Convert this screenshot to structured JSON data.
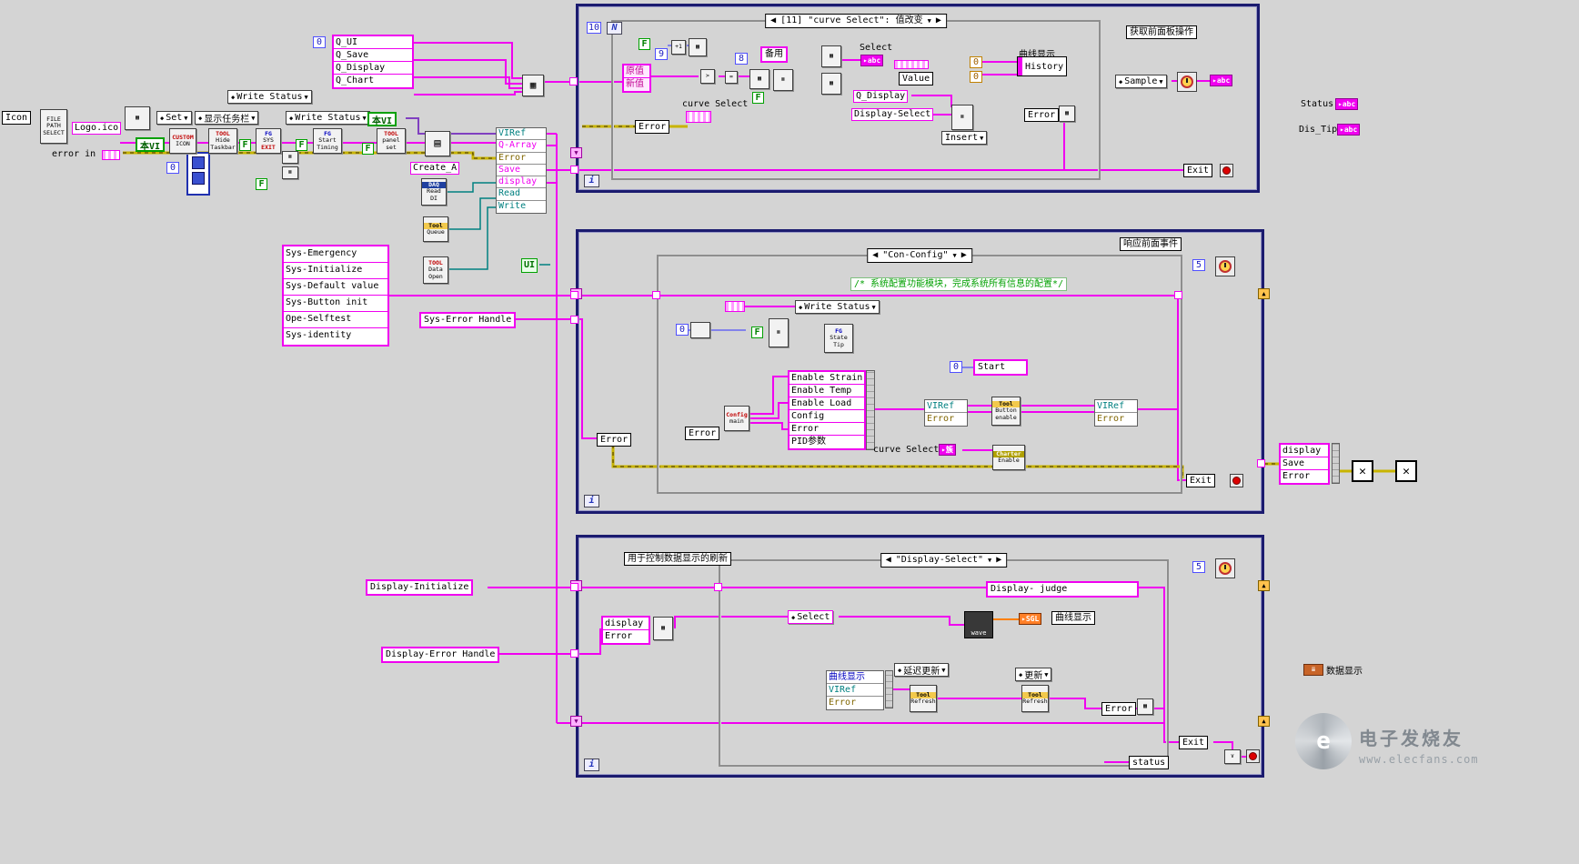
{
  "icons": {
    "ring": "◆",
    "down": "▼",
    "left": "◀",
    "right": "▶",
    "play": "▸",
    "cross": "✕",
    "check": "∨",
    "grid": "▦",
    "lines": "≣",
    "doc": "▤",
    "gt": ">",
    "eq": "=",
    "inc": "+1",
    "n": "N",
    "swirl": "e"
  },
  "watermark": {
    "brand": "电子发烧友",
    "url": "www.elecfans.com"
  },
  "left": {
    "icon_label": "Icon",
    "file_node": {
      "l1": "FILE",
      "l2": "PATH",
      "l3": "SELECT"
    },
    "logo": "Logo.ico",
    "error_in": "error in",
    "local_vi": "本VI",
    "set_ring": "Set",
    "taskbar_ring": "显示任务栏",
    "write_status_ring": "Write Status",
    "custom_icon_node": {
      "l1": "CUSTOM",
      "l2": "ICON"
    },
    "hide_taskbar_node": {
      "l1": "TOOL",
      "l2": "Hide",
      "l3": "Taskbar"
    },
    "sys_exit_node": {
      "l1": "FG",
      "l2": "SYS",
      "l3": "EXIT"
    },
    "start_timing_node": {
      "l1": "FG",
      "l2": "Start",
      "l3": "Timing"
    },
    "panel_set_node": {
      "l1": "TOOL",
      "l2": "panel",
      "l3": "set"
    },
    "f_const": "F",
    "zero": "0",
    "queues": [
      "Q_UI",
      "Q_Save",
      "Q_Display",
      "Q_Chart"
    ],
    "create_a": "Create_A",
    "bundle_rows": [
      "VIRef",
      "Q-Array",
      "Error",
      "Save",
      "display",
      "Read",
      "Write"
    ],
    "daq_node": {
      "l1": "DAQ",
      "l2": "Read",
      "l3": "DI"
    },
    "queue_node": {
      "l1": "Tool",
      "l2": "Queue"
    },
    "data_open_node": {
      "l1": "TOOL",
      "l2": "Data",
      "l3": "Open"
    },
    "ui_node": "UI",
    "sys_tasks": [
      "Sys-Emergency",
      "Sys-Initialize",
      "Sys-Default value",
      "Sys-Button init",
      "Ope-Selftest",
      "Sys-identity"
    ],
    "sys_error_handle": "Sys-Error Handle",
    "display_initialize": "Display-Initialize",
    "display_error_handle": "Display-Error Handle"
  },
  "loop1": {
    "count": "10",
    "title": "获取前面板操作",
    "event_header": "[11] \"curve Select\": 值改变",
    "nine": "9",
    "eight": "8",
    "zero": "0",
    "f": "F",
    "old_value": "原值",
    "new_value": "新值",
    "backup": "备用",
    "select_label": "Select",
    "abc": "abc",
    "value_label": "Value",
    "q_display": "Q_Display",
    "curve_select": "curve Select",
    "display_select": "Display-Select",
    "insert": "Insert",
    "error": "Error",
    "curve_display": "曲线显示",
    "history": "History",
    "sample": "Sample",
    "exit": "Exit",
    "iter": "i"
  },
  "panel_right": {
    "status": "Status",
    "dis_tip": "Dis_Tip",
    "abc": "abc",
    "data_display": "数据显示"
  },
  "loop2": {
    "title": "响应前面事件",
    "five": "5",
    "case_header": "\"Con-Config\"",
    "comment": "/* 系统配置功能模块，完成系统所有信息的配置*/",
    "write_status": "Write Status",
    "zero": "0",
    "f": "F",
    "state_tip_node": {
      "l1": "FG",
      "l2": "State",
      "l3": "Tip"
    },
    "bundle_rows": [
      "Enable Strain",
      "Enable Temp",
      "Enable Load",
      "Config",
      "Error",
      "PID参数"
    ],
    "config_node": {
      "l1": "Config",
      "l2": "main"
    },
    "error": "Error",
    "start": "Start",
    "viref": "VIRef",
    "button_enable_node": {
      "l1": "Tool",
      "l2": "Button",
      "l3": "enable"
    },
    "curve_select": "curve Select",
    "cluster_tag": "簇",
    "charter_node": {
      "l1": "Charter",
      "l2": "Enable"
    },
    "exit": "Exit",
    "iter": "i",
    "out_bundle": [
      "display",
      "Save",
      "Error"
    ]
  },
  "loop3": {
    "title": "用于控制数据显示的刷新",
    "five": "5",
    "case_header": "\"Display-Select\"",
    "judge": "Display- judge",
    "bundle2_rows": [
      "display",
      "Error"
    ],
    "select": "Select",
    "wave": "wave",
    "sgl": "SGL",
    "curve_display": "曲线显示",
    "delay_update": "延迟更新",
    "update": "更新",
    "bundle_rows": [
      "曲线显示",
      "VIRef",
      "Error"
    ],
    "refresh_node": {
      "l1": "Tool",
      "l2": "Refresh"
    },
    "error": "Error",
    "exit": "Exit",
    "status": "status",
    "iter": "i"
  }
}
